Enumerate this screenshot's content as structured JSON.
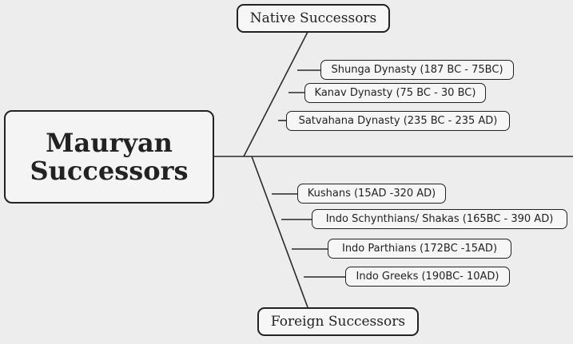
{
  "root": {
    "line1": "Mauryan",
    "line2": "Successors"
  },
  "native": {
    "label": "Native Successors",
    "items": [
      "Shunga Dynasty (187 BC - 75BC)",
      "Kanav Dynasty (75 BC - 30 BC)",
      "Satvahana Dynasty (235 BC - 235 AD)"
    ]
  },
  "foreign": {
    "label": "Foreign Successors",
    "items": [
      "Kushans (15AD -320 AD)",
      "Indo Schynthians/ Shakas (165BC - 390 AD)",
      "Indo Parthians  (172BC -15AD)",
      "Indo Greeks (190BC- 10AD)"
    ]
  },
  "colors": {
    "background": "#ededed",
    "stroke": "#222222",
    "box_fill": "#f6f6f6"
  }
}
